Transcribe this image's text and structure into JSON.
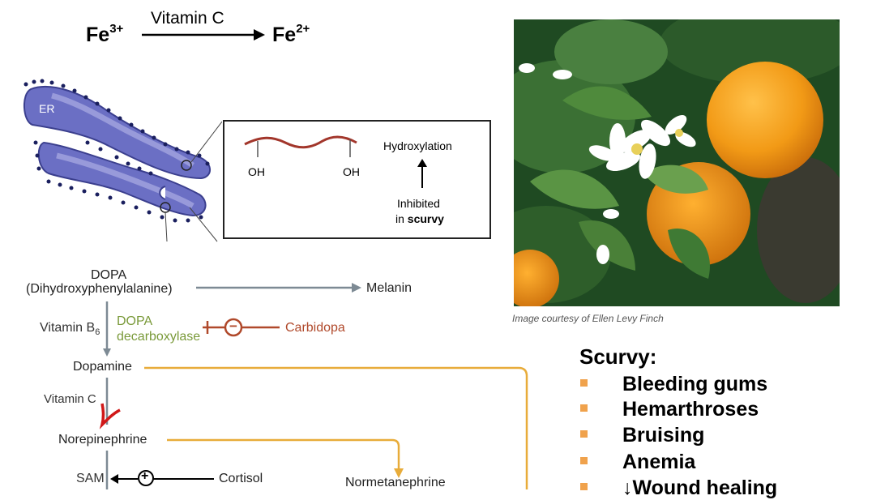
{
  "reaction": {
    "reactant": "Fe",
    "reactant_charge": "3+",
    "catalyst": "Vitamin C",
    "product": "Fe",
    "product_charge": "2+"
  },
  "er_diagram": {
    "er_label": "ER",
    "oh_left": "OH",
    "oh_right": "OH",
    "hydroxylation": "Hydroxylation",
    "inhibited": "Inhibited",
    "in_word": "in",
    "scurvy_word": "scurvy"
  },
  "pathway": {
    "dopa": "DOPA",
    "dopa_full": "(Dihydroxyphenylalanine)",
    "melanin": "Melanin",
    "vitamin_b": "Vitamin B",
    "vitamin_b_sub": "6",
    "enzyme_line1": "DOPA",
    "enzyme_line2": "decarboxylase",
    "minus_sign": "−",
    "carbidopa": "Carbidopa",
    "dopamine": "Dopamine",
    "vitamin_c": "Vitamin C",
    "norepinephrine": "Norepinephrine",
    "sam": "SAM",
    "plus_sign": "+",
    "cortisol": "Cortisol",
    "normetanephrine": "Normetanephrine"
  },
  "photo": {
    "credit": "Image courtesy of Ellen Levy Finch"
  },
  "scurvy": {
    "title": "Scurvy:",
    "symptoms": [
      "Bleeding gums",
      "Hemarthroses",
      "Bruising",
      "Anemia",
      "↓Wound healing"
    ]
  },
  "colors": {
    "er_fill": "#6b6fc4",
    "ribosome": "#1a1f5e",
    "collagen_chain": "#a2362b",
    "pathway_gray": "#7d8a94",
    "pathway_orange": "#e8ac3a",
    "enzyme_green": "#7a9a3a",
    "inhibitor_brown": "#b0492b",
    "annotation_red": "#d01818",
    "bullet_orange": "#f0a24c"
  }
}
